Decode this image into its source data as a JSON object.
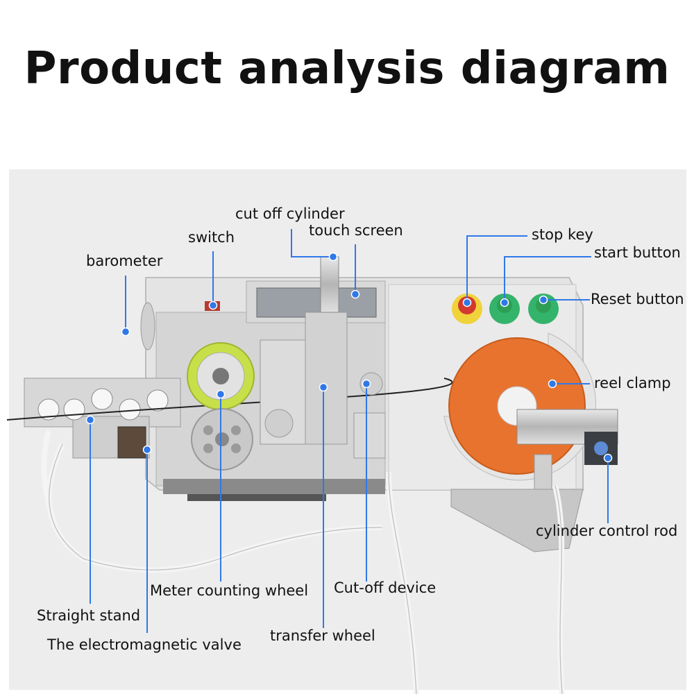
{
  "title": "Product analysis diagram",
  "accent_color": "#2f78e8",
  "labels": {
    "cut_off_cylinder": "cut off cylinder",
    "touch_screen": "touch screen",
    "switch": "switch",
    "barometer": "barometer",
    "stop_key": "stop key",
    "start_button": "start button",
    "reset_button": "Reset button",
    "reel_clamp": "reel clamp",
    "cylinder_control_rod": "cylinder control rod",
    "meter_counting_wheel": "Meter counting wheel",
    "cut_off_device": "Cut-off device",
    "straight_stand": "Straight stand",
    "electromagnetic_valve": "The electromagnetic valve",
    "transfer_wheel": "transfer wheel"
  }
}
